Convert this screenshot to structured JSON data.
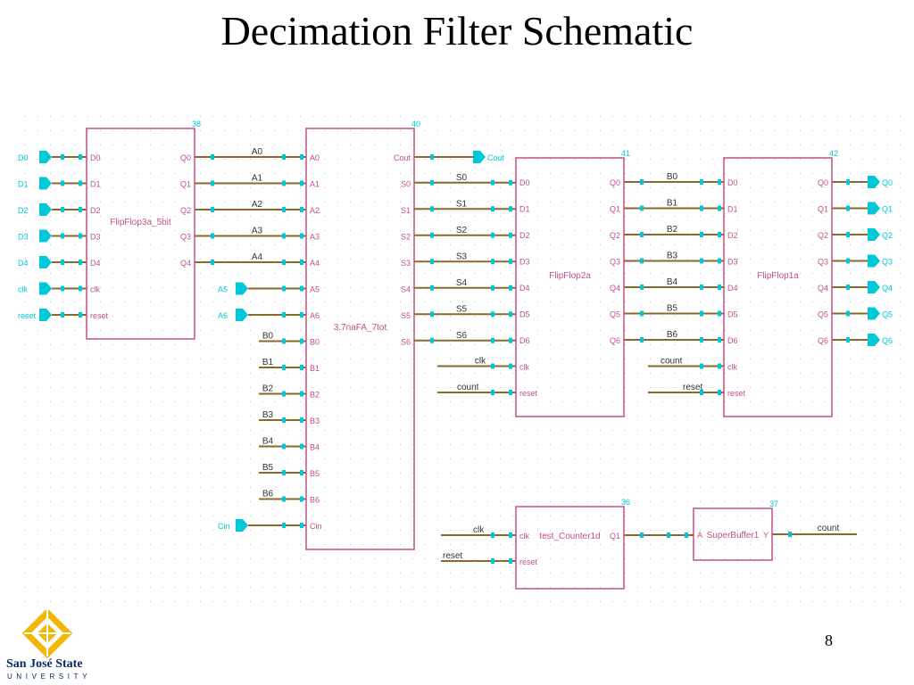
{
  "slide": {
    "title": "Decimation Filter Schematic",
    "number": "8"
  },
  "logo": {
    "name": "San José State",
    "sub": "UNIVERSITY"
  },
  "colors": {
    "wire": "#8a6a2a",
    "port": "#00c8d8",
    "block": "#c0508a",
    "net": "#333333",
    "grid": "#bdbdbd"
  },
  "blocks": [
    {
      "id": "ff1",
      "ref": "38",
      "name": "FlipFlop3a_5bit",
      "left_pins": [
        "D0",
        "D1",
        "D2",
        "D3",
        "D4",
        "clk",
        "reset"
      ],
      "right_pins": [
        "Q0",
        "Q1",
        "Q2",
        "Q3",
        "Q4"
      ]
    },
    {
      "id": "adder",
      "ref": "40",
      "name": "3.7naFA_7tot",
      "left_pins": [
        "A0",
        "A1",
        "A2",
        "A3",
        "A4",
        "A5",
        "A6",
        "B0",
        "B1",
        "B2",
        "B3",
        "B4",
        "B5",
        "B6",
        "Cin"
      ],
      "right_pins": [
        "Cout",
        "S0",
        "S1",
        "S2",
        "S3",
        "S4",
        "S5",
        "S6"
      ]
    },
    {
      "id": "ff2",
      "ref": "41",
      "name": "FlipFlop2a",
      "left_pins": [
        "D0",
        "D1",
        "D2",
        "D3",
        "D4",
        "D5",
        "D6",
        "clk",
        "reset"
      ],
      "right_pins": [
        "Q0",
        "Q1",
        "Q2",
        "Q3",
        "Q4",
        "Q5",
        "Q6"
      ]
    },
    {
      "id": "ff3",
      "ref": "42",
      "name": "FlipFlop1a",
      "left_pins": [
        "D0",
        "D1",
        "D2",
        "D3",
        "D4",
        "D5",
        "D6",
        "clk",
        "reset"
      ],
      "right_pins": [
        "Q0",
        "Q1",
        "Q2",
        "Q3",
        "Q4",
        "Q5",
        "Q6"
      ]
    },
    {
      "id": "counter",
      "ref": "36",
      "name": "test_Counter1d",
      "left_pins": [
        "clk",
        "reset"
      ],
      "right_pins": [
        "Q1"
      ]
    },
    {
      "id": "buffer",
      "ref": "37",
      "name": "SuperBuffer1",
      "left_pins": [
        "A"
      ],
      "right_pins": [
        "Y"
      ]
    }
  ],
  "ports": {
    "inputs": [
      "D0",
      "D1",
      "D2",
      "D3",
      "D4",
      "clk",
      "reset"
    ],
    "adder_inputs": [
      "A5",
      "A6",
      "Cin"
    ],
    "cout_port": "Cout",
    "outputs": [
      "Q0",
      "Q1",
      "Q2",
      "Q3",
      "Q4",
      "Q5",
      "Q6"
    ]
  },
  "nets": {
    "a_bus": [
      "A0",
      "A1",
      "A2",
      "A3",
      "A4"
    ],
    "b_bus_adder": [
      "B0",
      "B1",
      "B2",
      "B3",
      "B4",
      "B5",
      "B6"
    ],
    "s_bus": [
      "S0",
      "S1",
      "S2",
      "S3",
      "S4",
      "S5",
      "S6"
    ],
    "b_bus_ff": [
      "B0",
      "B1",
      "B2",
      "B3",
      "B4",
      "B5",
      "B6"
    ],
    "ff2_ctrl": [
      "clk",
      "count"
    ],
    "ff3_ctrl": [
      "count",
      "reset"
    ],
    "counter_ctrl": [
      "clk",
      "reset"
    ],
    "buffer_out": "count"
  }
}
